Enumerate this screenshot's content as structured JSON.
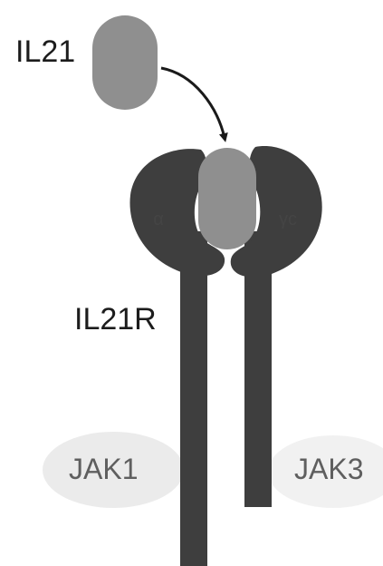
{
  "ligand": {
    "label": "IL21",
    "color": "#8f8f8f"
  },
  "receptor": {
    "label": "IL21R",
    "left_chain_label": "α",
    "right_chain_label": "γc",
    "color": "#3e3e3e"
  },
  "kinases": {
    "left_label": "JAK1",
    "right_label": "JAK3",
    "halo_color": "#e6e6e6"
  },
  "arrow": {
    "color": "#1a1a1a"
  }
}
